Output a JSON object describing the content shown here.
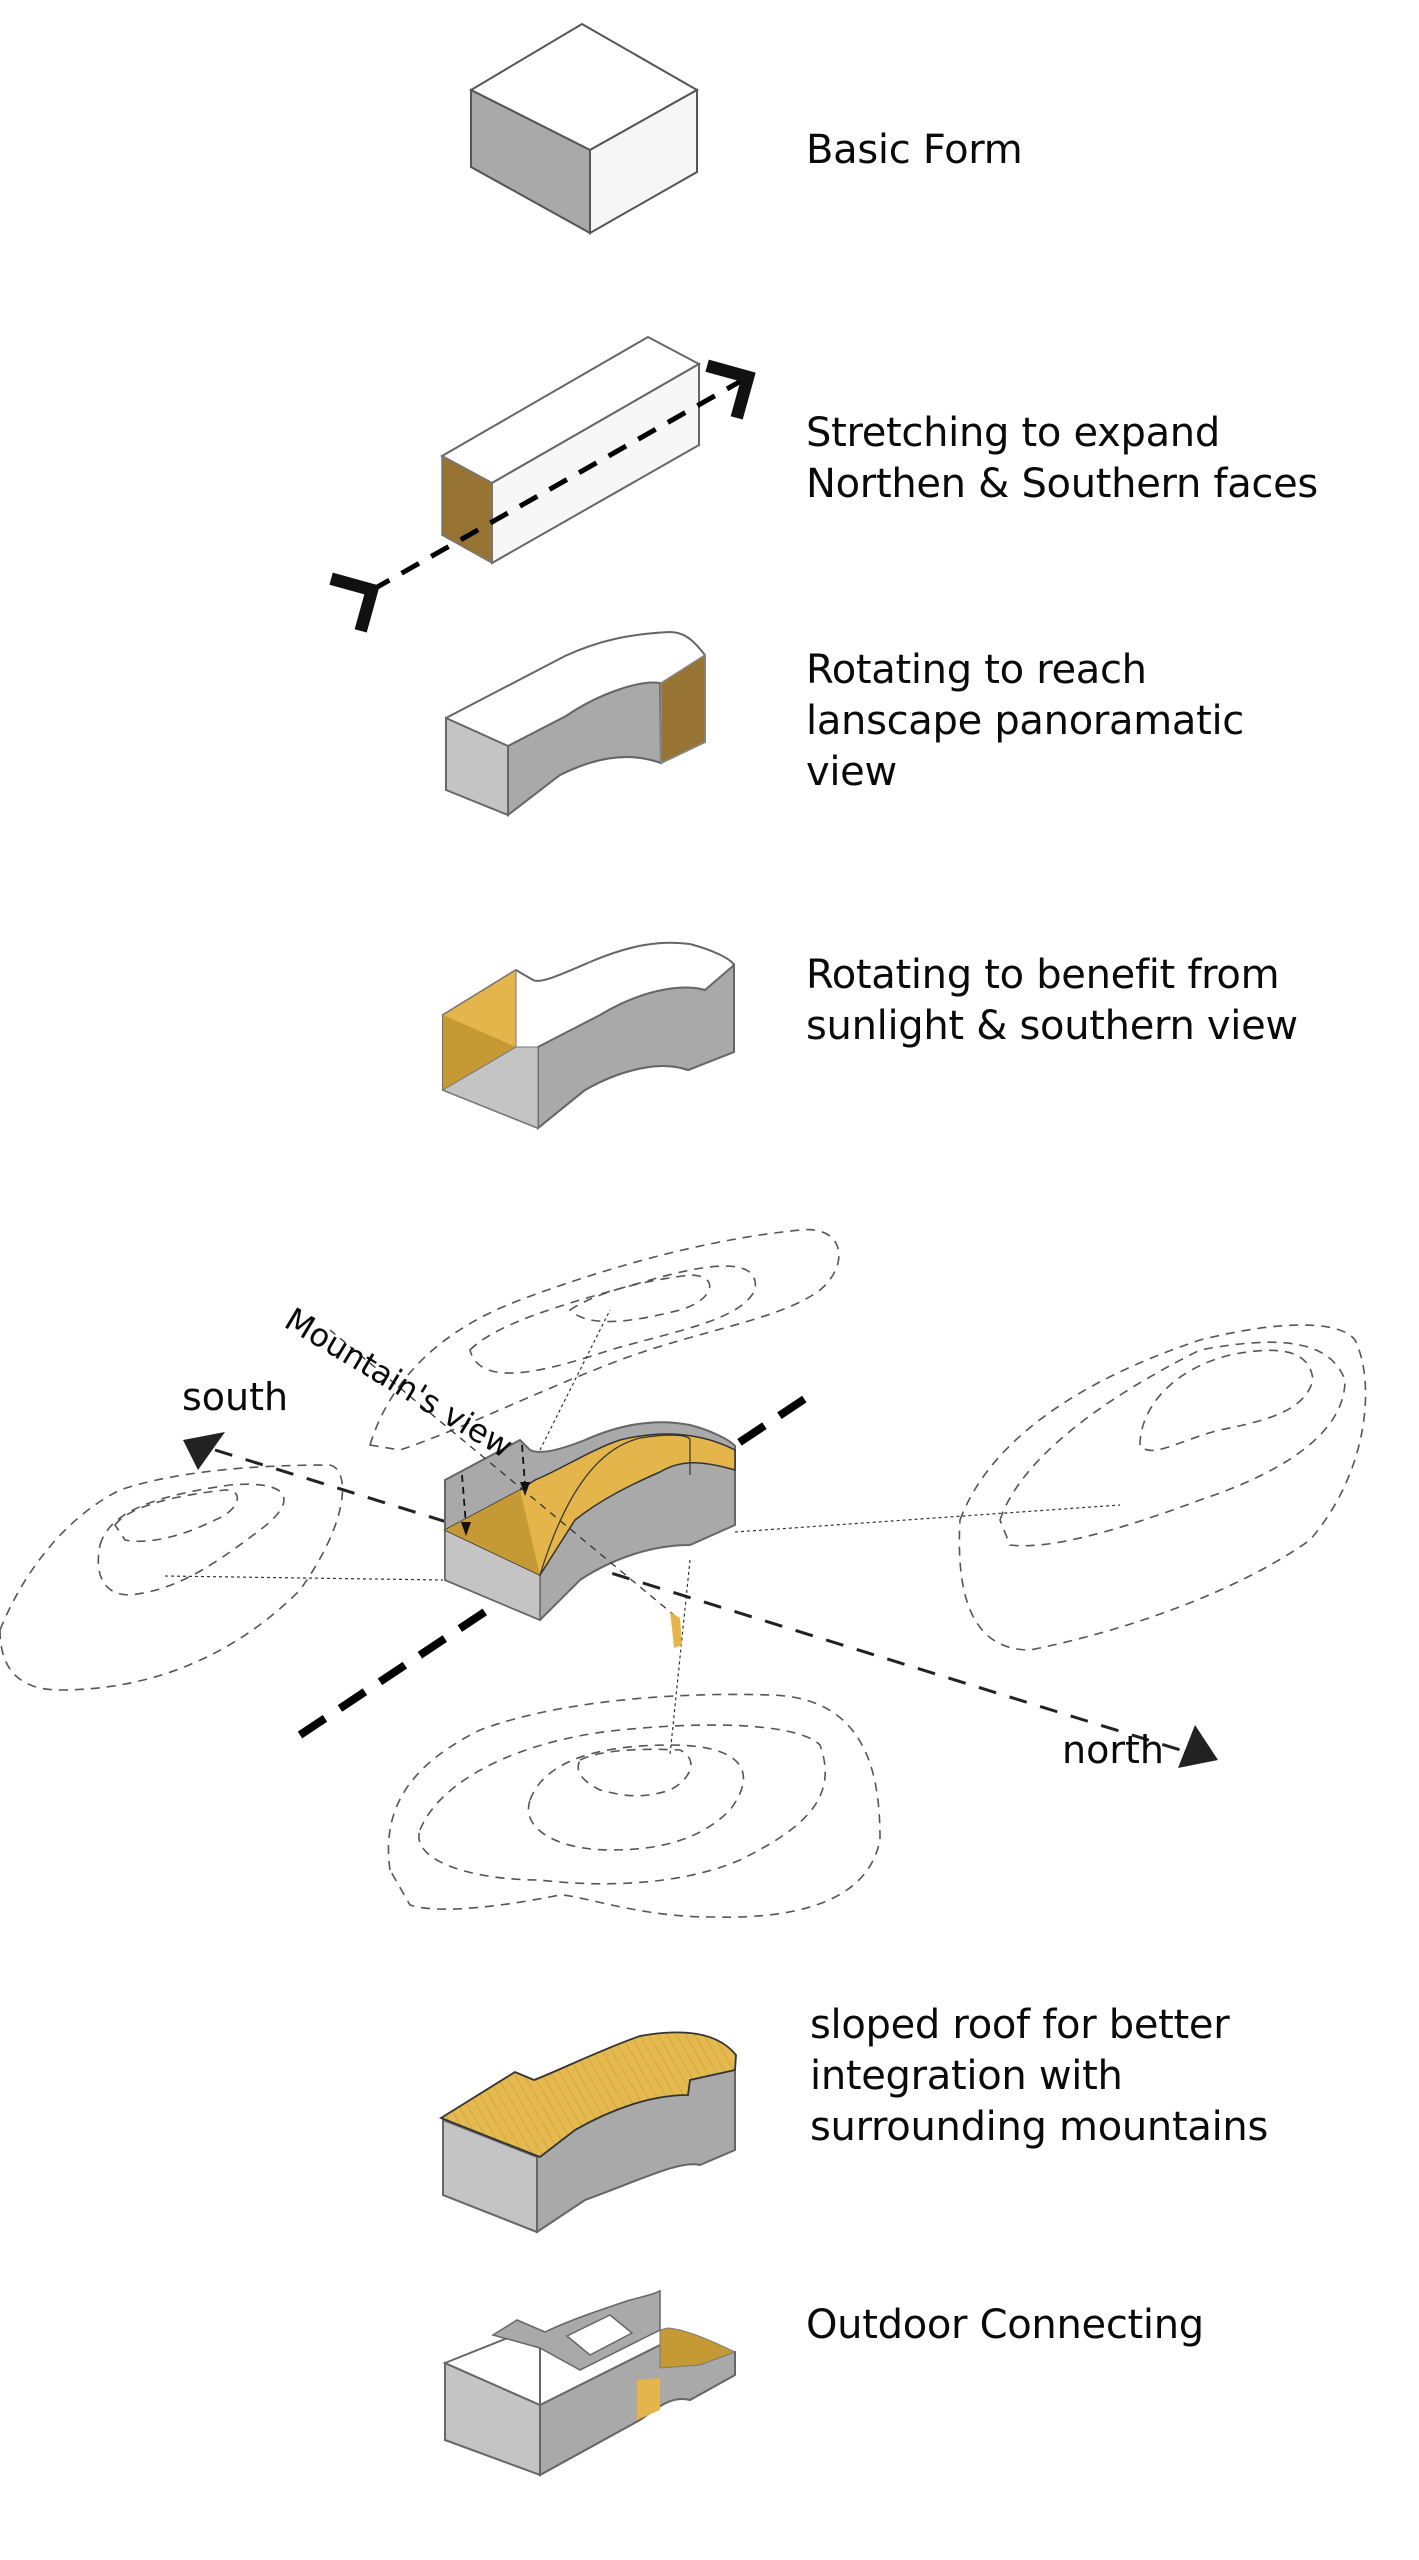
{
  "steps": [
    {
      "id": "basic-form",
      "label": "Basic Form"
    },
    {
      "id": "stretching",
      "label": "Stretching to expand\nNorthen & Southern faces"
    },
    {
      "id": "rotating-landscape",
      "label": "Rotating to reach\nlanscape panoramatic\nview"
    },
    {
      "id": "rotating-sunlight",
      "label": "Rotating to benefit from\nsunlight & southern view"
    },
    {
      "id": "sloped-roof",
      "label": "sloped roof for better\nintegration with\nsurrounding mountains"
    },
    {
      "id": "outdoor",
      "label": "Outdoor Connecting"
    }
  ],
  "site": {
    "south_label": "south",
    "north_label": "north",
    "mountain_view_label": "Mountain's view"
  },
  "colors": {
    "gold": "#e3b54a",
    "gold_dark": "#c59a35",
    "bronze": "#987434",
    "grey_light": "#c4c4c4",
    "grey_mid": "#a9a9a9",
    "outline": "#5a5a5a"
  }
}
